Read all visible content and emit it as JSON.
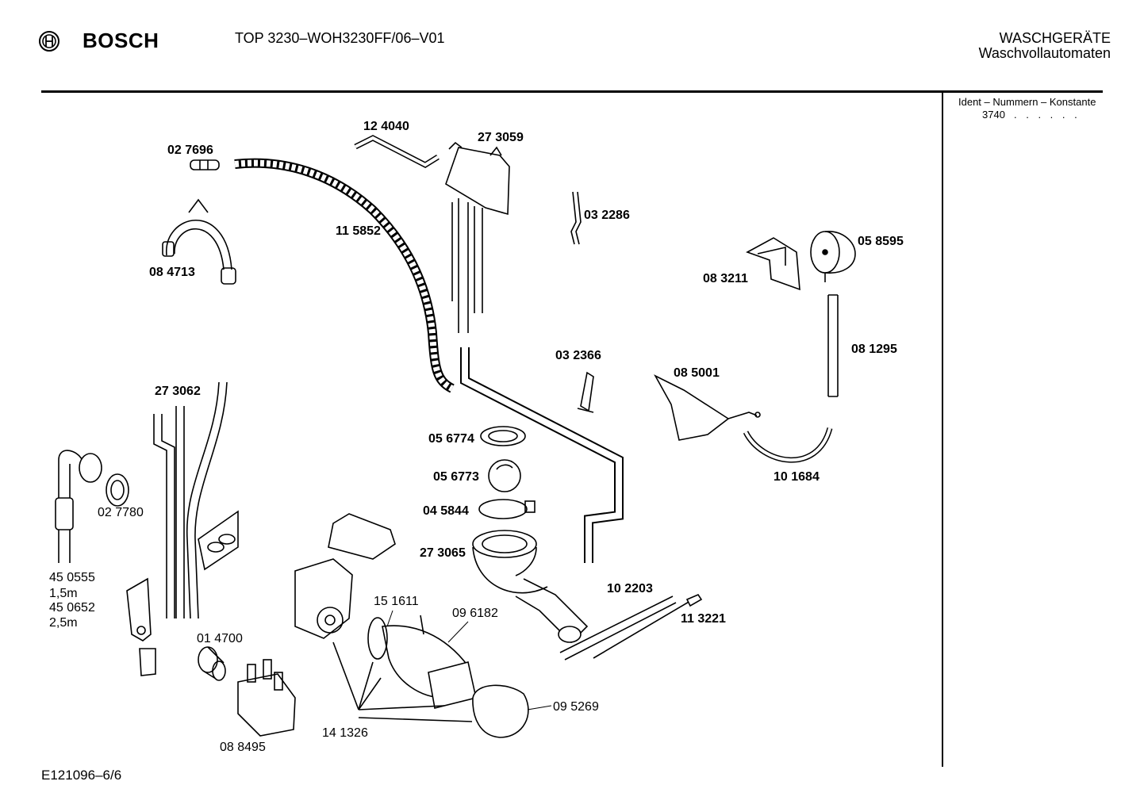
{
  "header": {
    "brand": "BOSCH",
    "model": "TOP 3230–WOH3230FF/06–V01",
    "category_line1": "WASCHGERÄTE",
    "category_line2": "Waschvollautomaten"
  },
  "sidebar": {
    "ident_label": "Ident – Nummern – Konstante",
    "ident_value": "3740",
    "ident_dots": ". . . . . ."
  },
  "footer": {
    "code": "E121096–6/6"
  },
  "parts": {
    "p124040": "12 4040",
    "p273059": "27 3059",
    "p027696": "02 7696",
    "p115852": "11 5852",
    "p032286": "03 2286",
    "p084713": "08 4713",
    "p058595": "05 8595",
    "p083211": "08 3211",
    "p081295": "08 1295",
    "p032366": "03 2366",
    "p085001": "08 5001",
    "p273062": "27 3062",
    "p056774": "05 6774",
    "p056773": "05 6773",
    "p045844": "04 5844",
    "p101684": "10 1684",
    "p027780": "02 7780",
    "p450555": "45 0555",
    "len15": "1,5m",
    "p450652": "45 0652",
    "len25": "2,5m",
    "p273065": "27 3065",
    "p102203": "10 2203",
    "p113221": "11 3221",
    "p151611": "15 1611",
    "p096182": "09 6182",
    "p014700": "01 4700",
    "p095269": "09 5269",
    "p141326": "14 1326",
    "p088495": "08 8495"
  }
}
